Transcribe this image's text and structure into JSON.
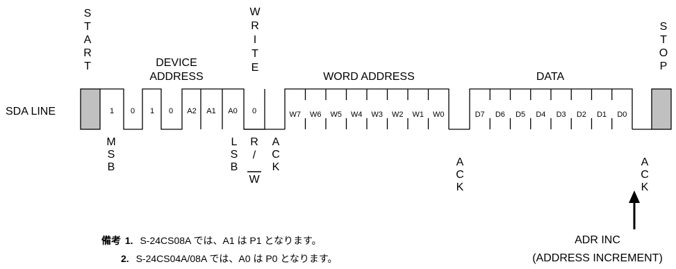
{
  "diagram": {
    "vertical_labels": [
      {
        "name": "start-label",
        "text": "START"
      },
      {
        "name": "write-label",
        "text": "WRITE"
      },
      {
        "name": "stop-label",
        "text": "STOP"
      },
      {
        "name": "msb-label",
        "text": "MSB"
      },
      {
        "name": "lsb-label",
        "text": "LSB"
      },
      {
        "name": "ack-label-1",
        "text": "ACK"
      },
      {
        "name": "ack-label-2",
        "text": "ACK"
      },
      {
        "name": "ack-label-3",
        "text": "ACK"
      }
    ],
    "rw_label": {
      "top": "R",
      "middle": "/",
      "bottom": "W"
    },
    "sda_label": "SDA LINE",
    "device_address_label": [
      "DEVICE",
      "ADDRESS"
    ],
    "word_address_label": "WORD ADDRESS",
    "data_label": "DATA",
    "device_bits": [
      "1",
      "0",
      "1",
      "0",
      "A2",
      "A1",
      "A0",
      "0"
    ],
    "word_bits": [
      "W7",
      "W6",
      "W5",
      "W4",
      "W3",
      "W2",
      "W1",
      "W0"
    ],
    "data_bits": [
      "D7",
      "D6",
      "D5",
      "D4",
      "D3",
      "D2",
      "D1",
      "D0"
    ]
  },
  "notes": {
    "prefix": "備考",
    "items": [
      {
        "number": "1.",
        "text": "S-24CS08A では、A1 は P1 となります。"
      },
      {
        "number": "2.",
        "text": "S-24CS04A/08A では、A0 は P0 となります。"
      }
    ]
  },
  "adr_inc": {
    "line1": "ADR INC",
    "line2": "(ADDRESS INCREMENT)"
  },
  "colors": {
    "start_stop_fill": "#c0c0c0",
    "line": "#000000"
  }
}
